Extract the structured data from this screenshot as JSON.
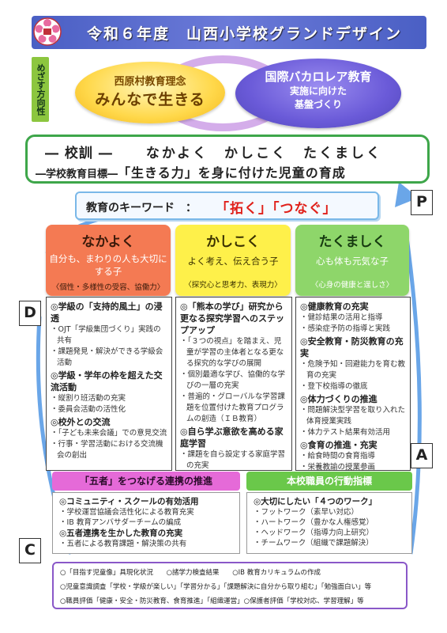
{
  "header": {
    "title": "令和６年度　山西小学校グランドデザイン"
  },
  "vision_label": "めざす方向性",
  "philosophy": {
    "line1": "西原村教育理念",
    "line2": "みんなで生きる"
  },
  "ib": {
    "line1": "国際バカロレア教育",
    "line2": "実施に向けた",
    "line3": "基盤づくり"
  },
  "motto": {
    "label": "― 校訓 ―",
    "value": "なかよく　かしこく　たくましく",
    "goal_label": "―学校教育目標―",
    "goal_value": "「生きる力」を身に付けた児童の育成"
  },
  "keyword": {
    "label": "教育のキーワード　：",
    "value": "「拓く」「つなぐ」"
  },
  "pdca": {
    "p": "P",
    "d": "D",
    "a": "A",
    "c": "C"
  },
  "columns": [
    {
      "title": "なかよく",
      "subtitle": "自分も、まわりの人も大切にする子",
      "note": "〈個性・多様性の受容、協働力〉",
      "entries": [
        {
          "kind": "item",
          "text": "◎学級の「支持的風土」の浸透"
        },
        {
          "kind": "sub",
          "text": "・OJT「学級集団づくり」実践の共有"
        },
        {
          "kind": "sub",
          "text": "・課題発見・解決ができる学級会活動"
        },
        {
          "kind": "item",
          "text": "◎学級・学年の枠を超えた交流活動"
        },
        {
          "kind": "sub",
          "text": "・縦割り班活動の充実"
        },
        {
          "kind": "sub",
          "text": "・委員会活動の活性化"
        },
        {
          "kind": "item",
          "text": "◎校外との交流"
        },
        {
          "kind": "sub",
          "text": "・「子ども未来会議」での意見交流"
        },
        {
          "kind": "sub",
          "text": "・行事・学習活動における交流機会の創出"
        }
      ]
    },
    {
      "title": "かしこく",
      "subtitle": "よく考え、伝え合う子",
      "note": "〈探究心と思考力、表現力〉",
      "entries": [
        {
          "kind": "item",
          "text": "◎「熊本の学び」研究から更なる探究学習へのステップアップ"
        },
        {
          "kind": "sub",
          "text": "・「３つの視点」を踏まえ、児童が学習の主体者となる更なる探究的な学びの展開"
        },
        {
          "kind": "sub",
          "text": "・個別最適な学び、協働的な学びの一層の充実"
        },
        {
          "kind": "sub",
          "text": "・普遍的・グローバルな学習課題を位置付けた教育プログラムの創造（ＩＢ教育）"
        },
        {
          "kind": "item",
          "text": "◎自ら学ぶ意欲を高める家庭学習"
        },
        {
          "kind": "sub",
          "text": "・課題を自ら設定する家庭学習の充実"
        }
      ]
    },
    {
      "title": "たくましく",
      "subtitle": "心も体も元気な子",
      "note": "〈心身の健康と逞しさ〉",
      "entries": [
        {
          "kind": "item",
          "text": "◎健康教育の充実"
        },
        {
          "kind": "sub",
          "text": "・健診結果の活用と指導"
        },
        {
          "kind": "sub",
          "text": "・感染症予防の指導と実践"
        },
        {
          "kind": "item",
          "text": "◎安全教育・防災教育の充実"
        },
        {
          "kind": "sub",
          "text": "・危険予知・回避能力を育む教育の充実"
        },
        {
          "kind": "sub",
          "text": "・登下校指導の徹底"
        },
        {
          "kind": "item",
          "text": "◎体力づくりの推進"
        },
        {
          "kind": "sub",
          "text": "・問題解決型学習を取り入れた体育授業実践"
        },
        {
          "kind": "sub",
          "text": "・体力テスト結果有効活用"
        },
        {
          "kind": "item",
          "text": "◎食育の推進・充実"
        },
        {
          "kind": "sub",
          "text": "・給食時間の食育指導"
        },
        {
          "kind": "sub",
          "text": "・栄養教諭の授業参画"
        }
      ]
    }
  ],
  "cooperation": {
    "title": "「五者」をつなげる連携の推進",
    "entries": [
      {
        "kind": "item",
        "text": "◎コミュニティ・スクールの有効活用"
      },
      {
        "kind": "sub",
        "text": "・学校運営協議会活性化による教育充実"
      },
      {
        "kind": "sub",
        "text": "・IB 教育アンバサダーチームの編成"
      },
      {
        "kind": "item",
        "text": "◎五者連携を生かした教育の充実"
      },
      {
        "kind": "sub",
        "text": "・五者による教育課題・解決策の共有"
      }
    ]
  },
  "staff": {
    "title": "本校職員の行動指標",
    "entries": [
      {
        "kind": "item",
        "text": "◎大切にしたい「４つのワーク」"
      },
      {
        "kind": "sub",
        "text": "・フットワーク（素早い対応）"
      },
      {
        "kind": "sub",
        "text": "・ハートワーク（豊かな人権感覚）"
      },
      {
        "kind": "sub",
        "text": "・ヘッドワーク（指導力向上研究）"
      },
      {
        "kind": "sub",
        "text": "・チームワーク（組織で課題解決）"
      }
    ]
  },
  "evaluation": {
    "row1": [
      "○「目指す児童像」具現化状況",
      "○諸学力検査結果",
      "○IB 教育カリキュラムの作成"
    ],
    "row2": "○児童意識調査「学校・学級が楽しい」「学習分かる」「課題解決に自分から取り組む」「勉強面白い」等",
    "row3": "○職員評価「健康・安全・防災教育、食育推進」「組織運営」○保護者評価「学校対応、学習理解」等"
  },
  "colors": {
    "header": "#4a5fc4",
    "nakayoku": "#f47a53",
    "kashikoku": "#fef04a",
    "takumashiku": "#8ed66a",
    "motto_border": "#3ea64a",
    "keyword_red": "#e0201a"
  }
}
